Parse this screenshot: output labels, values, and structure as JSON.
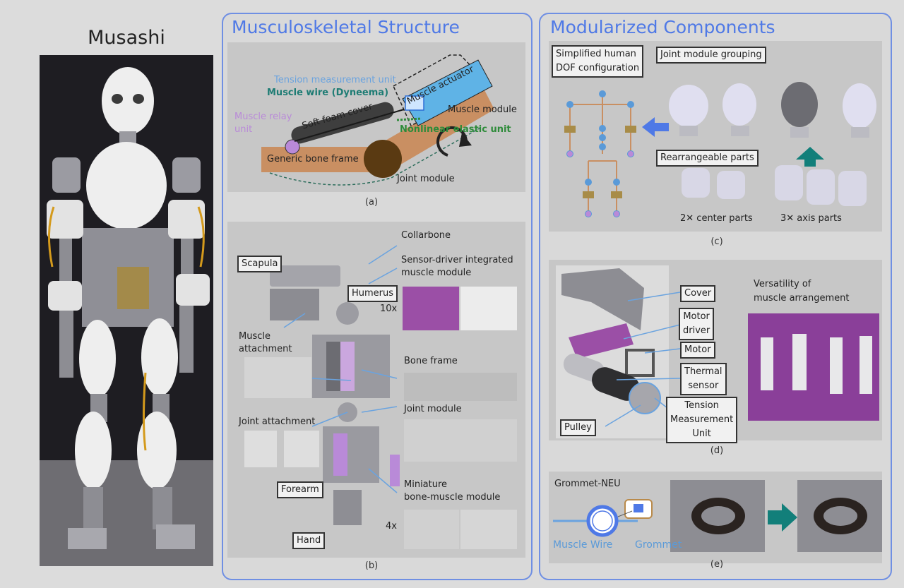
{
  "robot": {
    "title": "Musashi"
  },
  "left_panel": {
    "title": "Musculoskeletal Structure",
    "a": {
      "caption": "(a)",
      "labels": {
        "tension_unit": "Tension measurement unit",
        "muscle_wire": "Muscle wire (Dyneema)",
        "muscle_actuator": "Muscle actuator",
        "muscle_module": "Muscle module",
        "relay_unit_l1": "Muscle relay",
        "relay_unit_l2": "unit",
        "foam": "Soft foam cover",
        "nonlinear": "Nonlinear elastic unit",
        "bone_frame": "Generic bone frame",
        "joint_module": "Joint module"
      }
    },
    "b": {
      "caption": "(b)",
      "labels": {
        "collarbone": "Collarbone",
        "sensor_driver_l1": "Sensor-driver integrated",
        "sensor_driver_l2": "muscle module",
        "scapula": "Scapula",
        "humerus": "Humerus",
        "tenx": "10x",
        "muscle_att_l1": "Muscle",
        "muscle_att_l2": "attachment",
        "bone_frame": "Bone frame",
        "joint_module": "Joint module",
        "joint_att": "Joint attachment",
        "forearm": "Forearm",
        "mini_l1": "Miniature",
        "mini_l2": "bone-muscle module",
        "fourx": "4x",
        "hand": "Hand"
      }
    }
  },
  "right_panel": {
    "title": "Modularized Components",
    "c": {
      "caption": "(c)",
      "labels": {
        "simplified_l1": "Simplified human",
        "simplified_l2": "DOF configuration",
        "grouping": "Joint module grouping",
        "rearrange": "Rearrangeable parts",
        "center": "2✕ center parts",
        "axis": "3✕ axis parts"
      }
    },
    "d": {
      "caption": "(d)",
      "labels": {
        "cover": "Cover",
        "motor_driver_l1": "Motor",
        "motor_driver_l2": "driver",
        "motor": "Motor",
        "thermal_l1": "Thermal",
        "thermal_l2": "sensor",
        "tension_l1": "Tension",
        "tension_l2": "Measurement",
        "tension_l3": "Unit",
        "pulley": "Pulley",
        "versatility_l1": "Versatility of",
        "versatility_l2": "muscle arrangement"
      }
    },
    "e": {
      "caption": "(e)",
      "labels": {
        "grommet_neu": "Grommet-NEU",
        "muscle_wire": "Muscle Wire",
        "grommet": "Grommet"
      }
    }
  },
  "colors": {
    "panel_border": "#6f8fe3",
    "title_blue": "#4f79e6",
    "teal_arrow": "#127f7a",
    "bone": "#c98f62",
    "actuator_blue": "#5fb3e6",
    "relay_purple": "#b98ad8",
    "joint_brown": "#5a3a12"
  }
}
